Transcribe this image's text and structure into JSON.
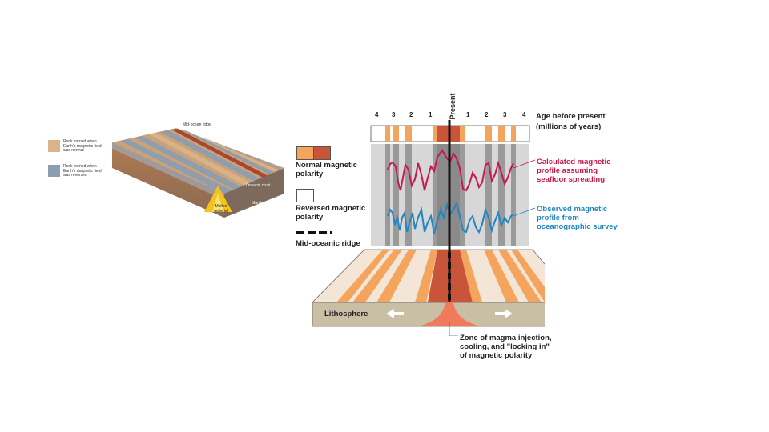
{
  "left_diagram": {
    "ridge_label": "Mid-ocean ridge",
    "legend_normal": "Rock formed when Earth's magnetic field was normal",
    "legend_reversed": "Rock formed when Earth's magnetic field was reversed",
    "oceanic_crust": "Oceanic crust",
    "mantle": "Mantle",
    "molten": "Molten material"
  },
  "right_diagram": {
    "present_label": "Present",
    "age_title": "Age before present",
    "age_subtitle": "(millions of years)",
    "ticks_left": [
      "4",
      "3",
      "2",
      "1"
    ],
    "ticks_right": [
      "1",
      "2",
      "3",
      "4"
    ],
    "legend_normal": "Normal magnetic polarity",
    "legend_reversed": "Reversed magnetic polarity",
    "legend_ridge": "Mid-oceanic ridge",
    "calculated_profile": "Calculated magnetic profile assuming seafloor spreading",
    "observed_profile": "Observed magnetic profile from oceanographic survey",
    "lithosphere": "Lithosphere",
    "zone_label": "Zone of magma injection, cooling, and \"locking in\" of magnetic polarity"
  },
  "colors": {
    "normal_light": "#f4a45c",
    "normal_dark": "#c8553a",
    "calculated": "#c8174a",
    "observed": "#1f86c2",
    "panel_gray": "#d7d7d7"
  }
}
